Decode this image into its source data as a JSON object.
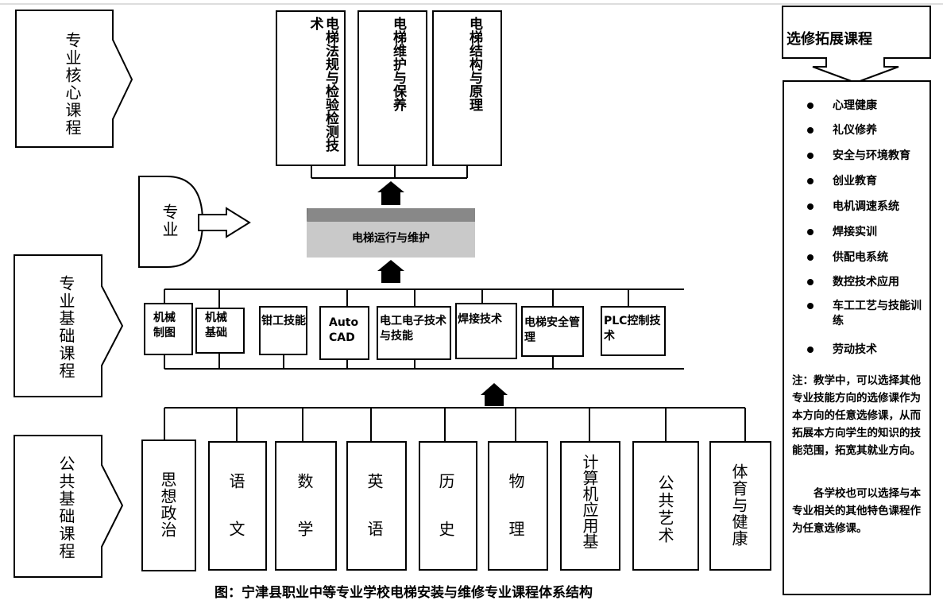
{
  "left_labels": {
    "core": "专业核心课程",
    "major": "专业",
    "foundation": "专业基础课程",
    "public": "公共基础课程"
  },
  "core_courses": [
    "电梯法规与检验检测技术",
    "电梯维护与保养",
    "电梯结构与原理"
  ],
  "central_course": "电梯运行与维护",
  "foundation_courses": [
    "机械制图",
    "机械基础",
    "钳工技能",
    "Auto CAD",
    "电工电子技术与技能",
    "焊接技术",
    "电梯安全管理",
    "PLC控制技术"
  ],
  "public_courses": [
    "思想政治",
    "语文",
    "数学",
    "英语",
    "历史",
    "物理",
    "计算机应用基",
    "公共艺术",
    "体育与健康"
  ],
  "elective": {
    "title": "选修拓展课程",
    "items": [
      "心理健康",
      "礼仪修养",
      "安全与环境教育",
      "创业教育",
      "电机调速系统",
      "焊接实训",
      "供配电系统",
      "数控技术应用",
      "车工工艺与技能训练",
      "劳动技术"
    ],
    "note1": "注：教学中，可以选择其他专业技能方向的选修课作为本方向的任意选修课，从而拓展本方向学生的知识的技能范围，拓宽其就业方向。",
    "note2": "各学校也可以选择与本专业相关的其他特色课程作为任意选修课。"
  },
  "caption": "图：宁津县职业中等专业学校电梯安装与维修专业课程体系结构"
}
